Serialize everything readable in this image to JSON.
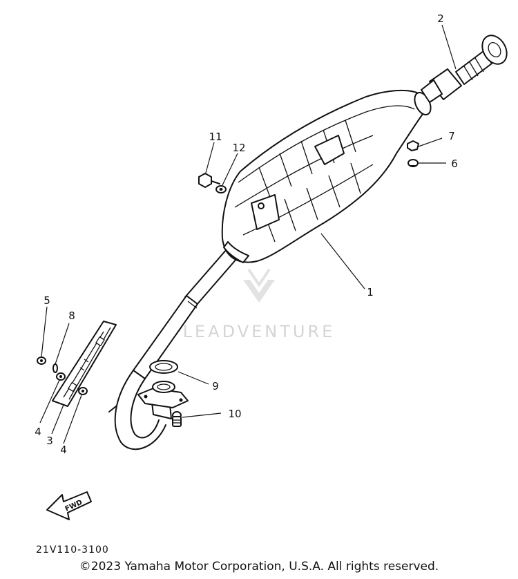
{
  "callouts": [
    {
      "id": "1",
      "label": "1"
    },
    {
      "id": "2",
      "label": "2"
    },
    {
      "id": "3",
      "label": "3"
    },
    {
      "id": "4a",
      "label": "4"
    },
    {
      "id": "4b",
      "label": "4"
    },
    {
      "id": "5",
      "label": "5"
    },
    {
      "id": "6",
      "label": "6"
    },
    {
      "id": "7",
      "label": "7"
    },
    {
      "id": "8",
      "label": "8"
    },
    {
      "id": "9",
      "label": "9"
    },
    {
      "id": "10",
      "label": "10"
    },
    {
      "id": "11",
      "label": "11"
    },
    {
      "id": "12",
      "label": "12"
    }
  ],
  "direction_marker": "FWD",
  "part_code": "21V110-3100",
  "watermark": "LEADVENTURE",
  "copyright": "©2023 Yamaha Motor Corporation, U.S.A. All rights reserved."
}
